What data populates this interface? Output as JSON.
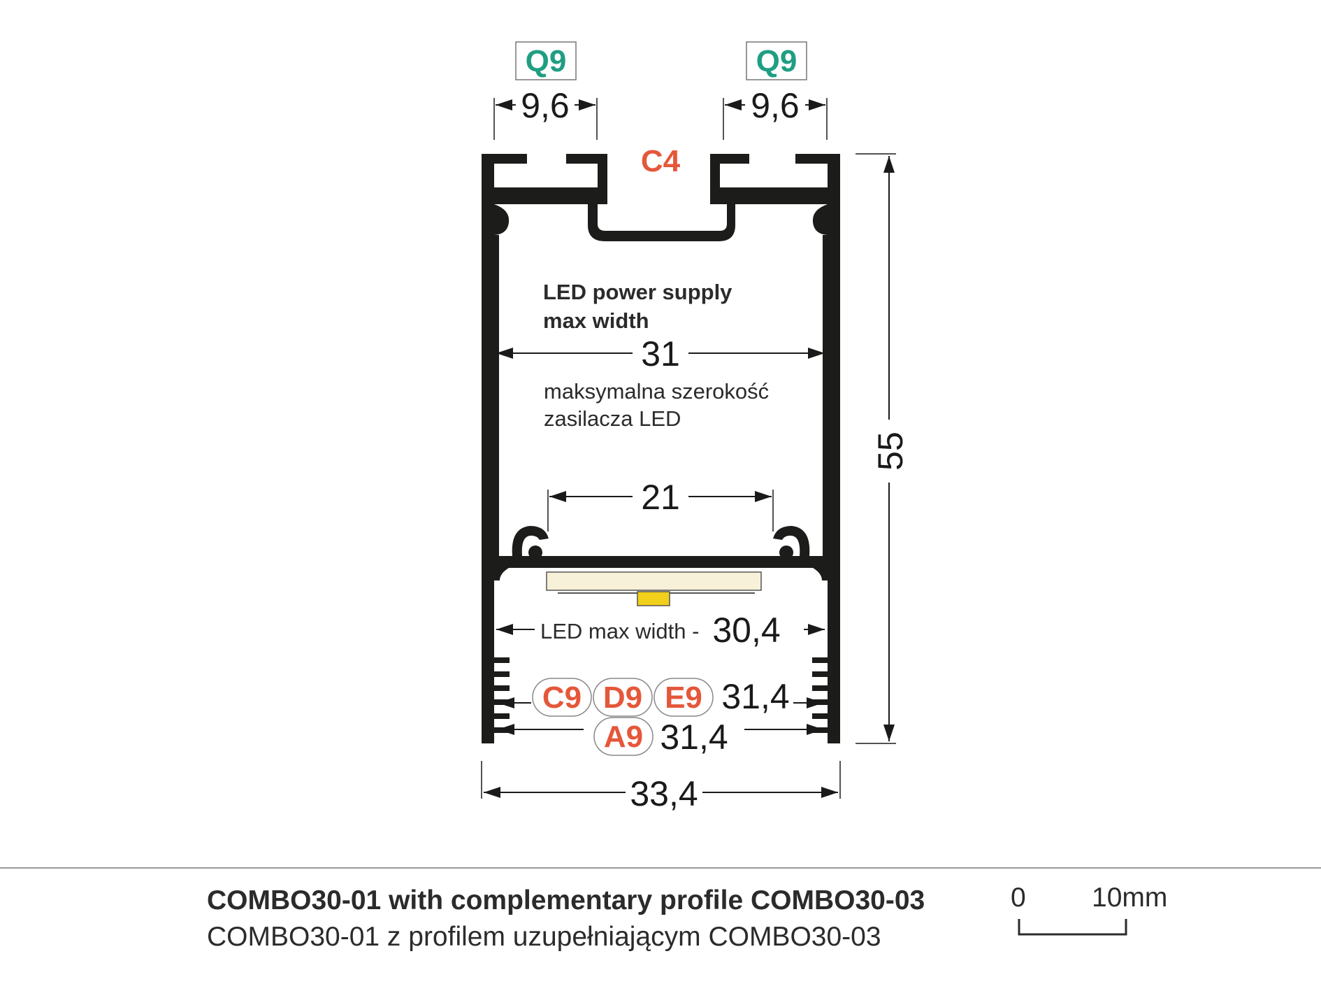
{
  "colors": {
    "teal": "#1f9e82",
    "orange": "#e5573a",
    "profile": "#1c1c1a",
    "led_body": "#f7f1d9",
    "led_chip": "#f2cf1a"
  },
  "diagram": {
    "labels": {
      "q9_left": "Q9",
      "q9_right": "Q9",
      "c4": "C4",
      "c9": "C9",
      "d9": "D9",
      "e9": "E9",
      "a9": "A9"
    },
    "dimensions": {
      "width_left_slot": "9,6",
      "width_right_slot": "9,6",
      "inner_width": "31",
      "mount_width": "21",
      "led_width": "30,4",
      "diffuser_width_top": "31,4",
      "diffuser_width_bottom": "31,4",
      "total_width": "33,4",
      "height": "55"
    },
    "notes": {
      "power_supply_en_line1": "LED power supply",
      "power_supply_en_line2": "max width",
      "power_supply_pl_line1": "maksymalna szerokość",
      "power_supply_pl_line2": "zasilacza LED",
      "led_max_width": "LED max width -"
    }
  },
  "caption": {
    "title_en": "COMBO30-01 with complementary profile COMBO30-03",
    "title_pl": "COMBO30-01 z profilem uzupełniającym COMBO30-03"
  },
  "scale": {
    "start": "0",
    "end": "10mm"
  }
}
